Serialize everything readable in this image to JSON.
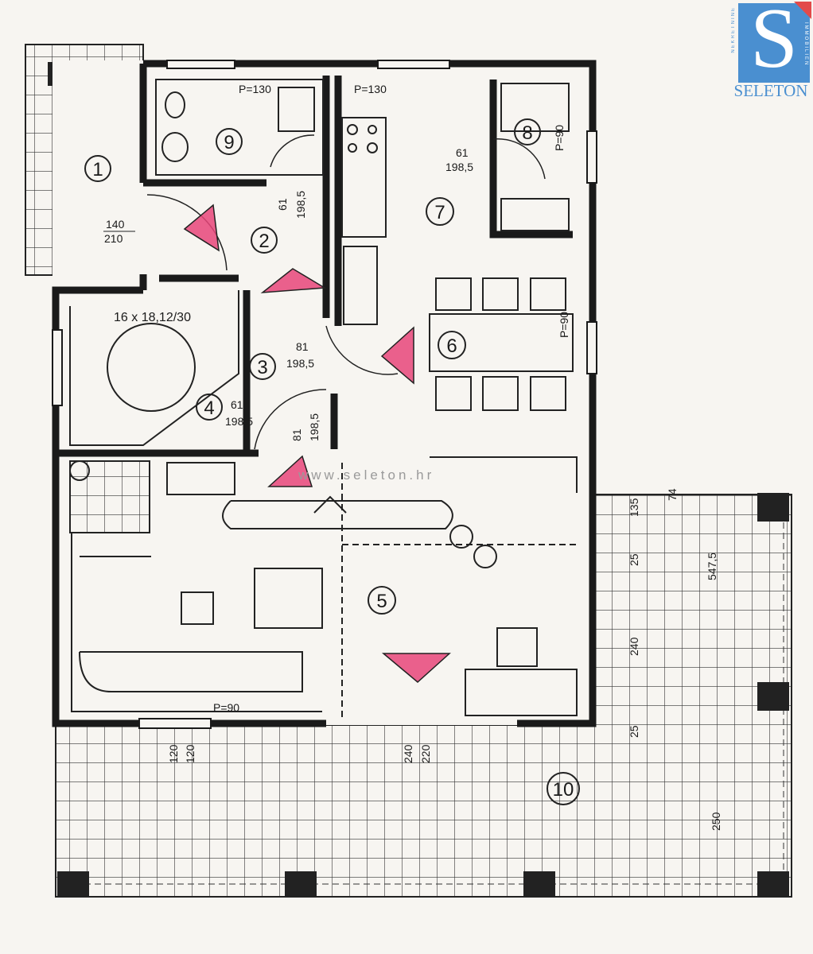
{
  "logo": {
    "name": "SELETON",
    "side_left": "NEKRETNINE",
    "side_right": "IMMOBILIEN",
    "letter": "S"
  },
  "watermark": "www.seleton.hr",
  "rooms": [
    "1",
    "2",
    "3",
    "4",
    "5",
    "6",
    "7",
    "8",
    "9",
    "10"
  ],
  "dimensions": {
    "bath_p": "P=130",
    "kitchen_p": "P=130",
    "room8_p": "P=90",
    "dining_p": "P=90",
    "living_p": "P=90",
    "door1_w": "140",
    "door1_h": "210",
    "door2_w": "61",
    "door2_h": "198,5",
    "door8_w": "61",
    "door8_h": "198,5",
    "door3_w": "81",
    "door3_h": "198,5",
    "door4_w": "61",
    "door4_h": "198,5",
    "door5_w": "81",
    "door5_h": "198,5",
    "stairs": "16 x 18,12/30",
    "terrace_135": "135",
    "terrace_74": "74",
    "terrace_25a": "25",
    "terrace_total": "547,5",
    "terrace_240": "240",
    "terrace_25b": "25",
    "terrace_250": "250",
    "win_w": "120",
    "win_h": "120",
    "door_out_w": "240",
    "door_out_h": "220"
  },
  "colors": {
    "wall": "#1a1a1a",
    "marker": "#e8457a",
    "logo_blue": "#4a8fd0",
    "logo_red": "#e24a4a"
  }
}
